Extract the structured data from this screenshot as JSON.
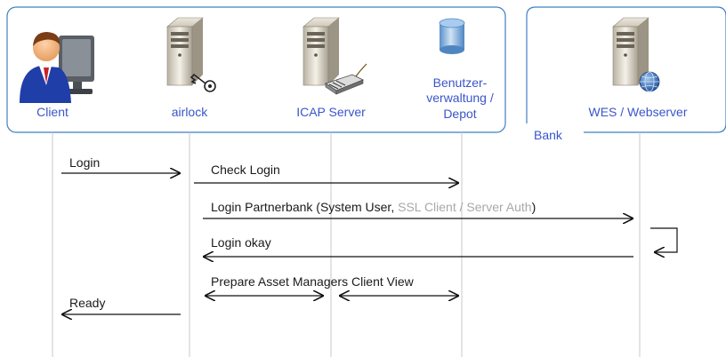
{
  "groups": {
    "left_box": {},
    "bank": {
      "label": "Bank"
    }
  },
  "actors": [
    {
      "name": "client",
      "label": "Client",
      "icon": "user-computer-icon"
    },
    {
      "name": "airlock",
      "label": "airlock",
      "icon": "server-key-icon"
    },
    {
      "name": "icap",
      "label": "ICAP Server",
      "icon": "server-network-icon"
    },
    {
      "name": "benutzer",
      "label_lines": [
        "Benutzer-",
        "verwaltung /",
        "Depot"
      ],
      "icon": "database-icon"
    },
    {
      "name": "wes",
      "label": "WES / Webserver",
      "icon": "server-globe-icon"
    }
  ],
  "messages": [
    {
      "name": "login",
      "text": "Login"
    },
    {
      "name": "check-login",
      "text": "Check Login"
    },
    {
      "name": "login-partnerbank",
      "text": "Login Partnerbank (System User, ",
      "text_grey": "SSL Client / Server Auth",
      "text_end": ")"
    },
    {
      "name": "login-okay",
      "text": "Login okay"
    },
    {
      "name": "prepare",
      "text": "Prepare Asset Managers Client View"
    },
    {
      "name": "ready",
      "text": "Ready"
    }
  ],
  "colors": {
    "group_border": "#3f7fc4",
    "actor_text": "#3b55c9",
    "lifeline": "#c8c8c8",
    "arrow": "#111111"
  }
}
